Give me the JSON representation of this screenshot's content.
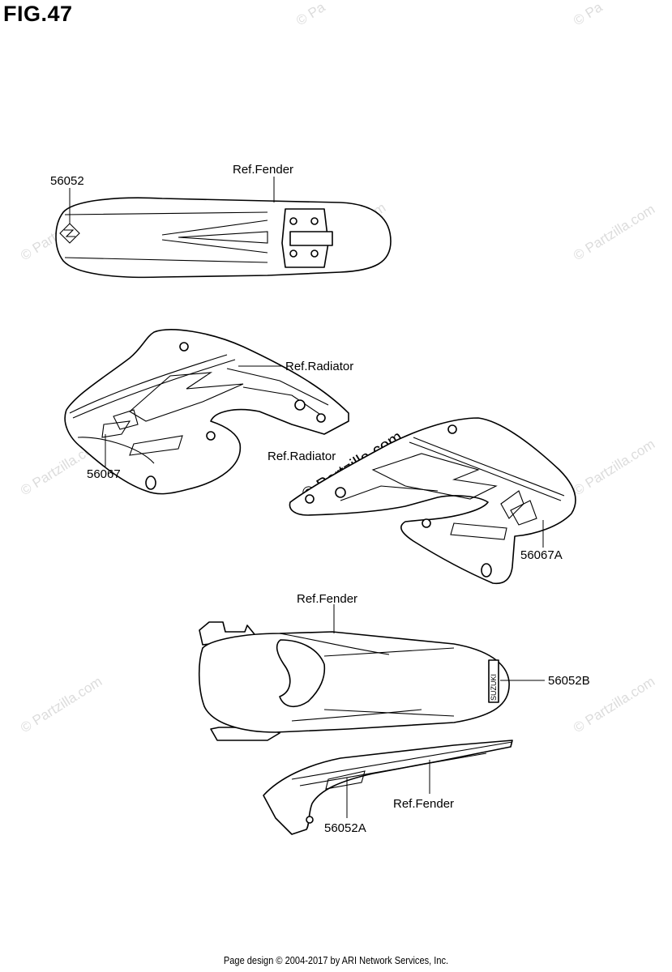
{
  "figure": {
    "title": "FIG.47"
  },
  "callouts": {
    "front_fender_ref": "Ref.Fender",
    "front_fender_decal": "56052",
    "radiator_left_ref": "Ref.Radiator",
    "radiator_left_decal": "56067",
    "radiator_right_ref": "Ref.Radiator",
    "radiator_right_decal": "56067A",
    "rear_fender_ref": "Ref.Fender",
    "rear_fender_decal": "56052B",
    "side_fender_ref": "Ref.Fender",
    "side_fender_decal": "56052A"
  },
  "decal_text": {
    "rear_brand": "SUZUKI"
  },
  "watermarks": {
    "text": "© Partzilla.com",
    "short": "© Pa"
  },
  "footer": {
    "text": "Page design © 2004-2017 by ARI Network Services, Inc."
  }
}
